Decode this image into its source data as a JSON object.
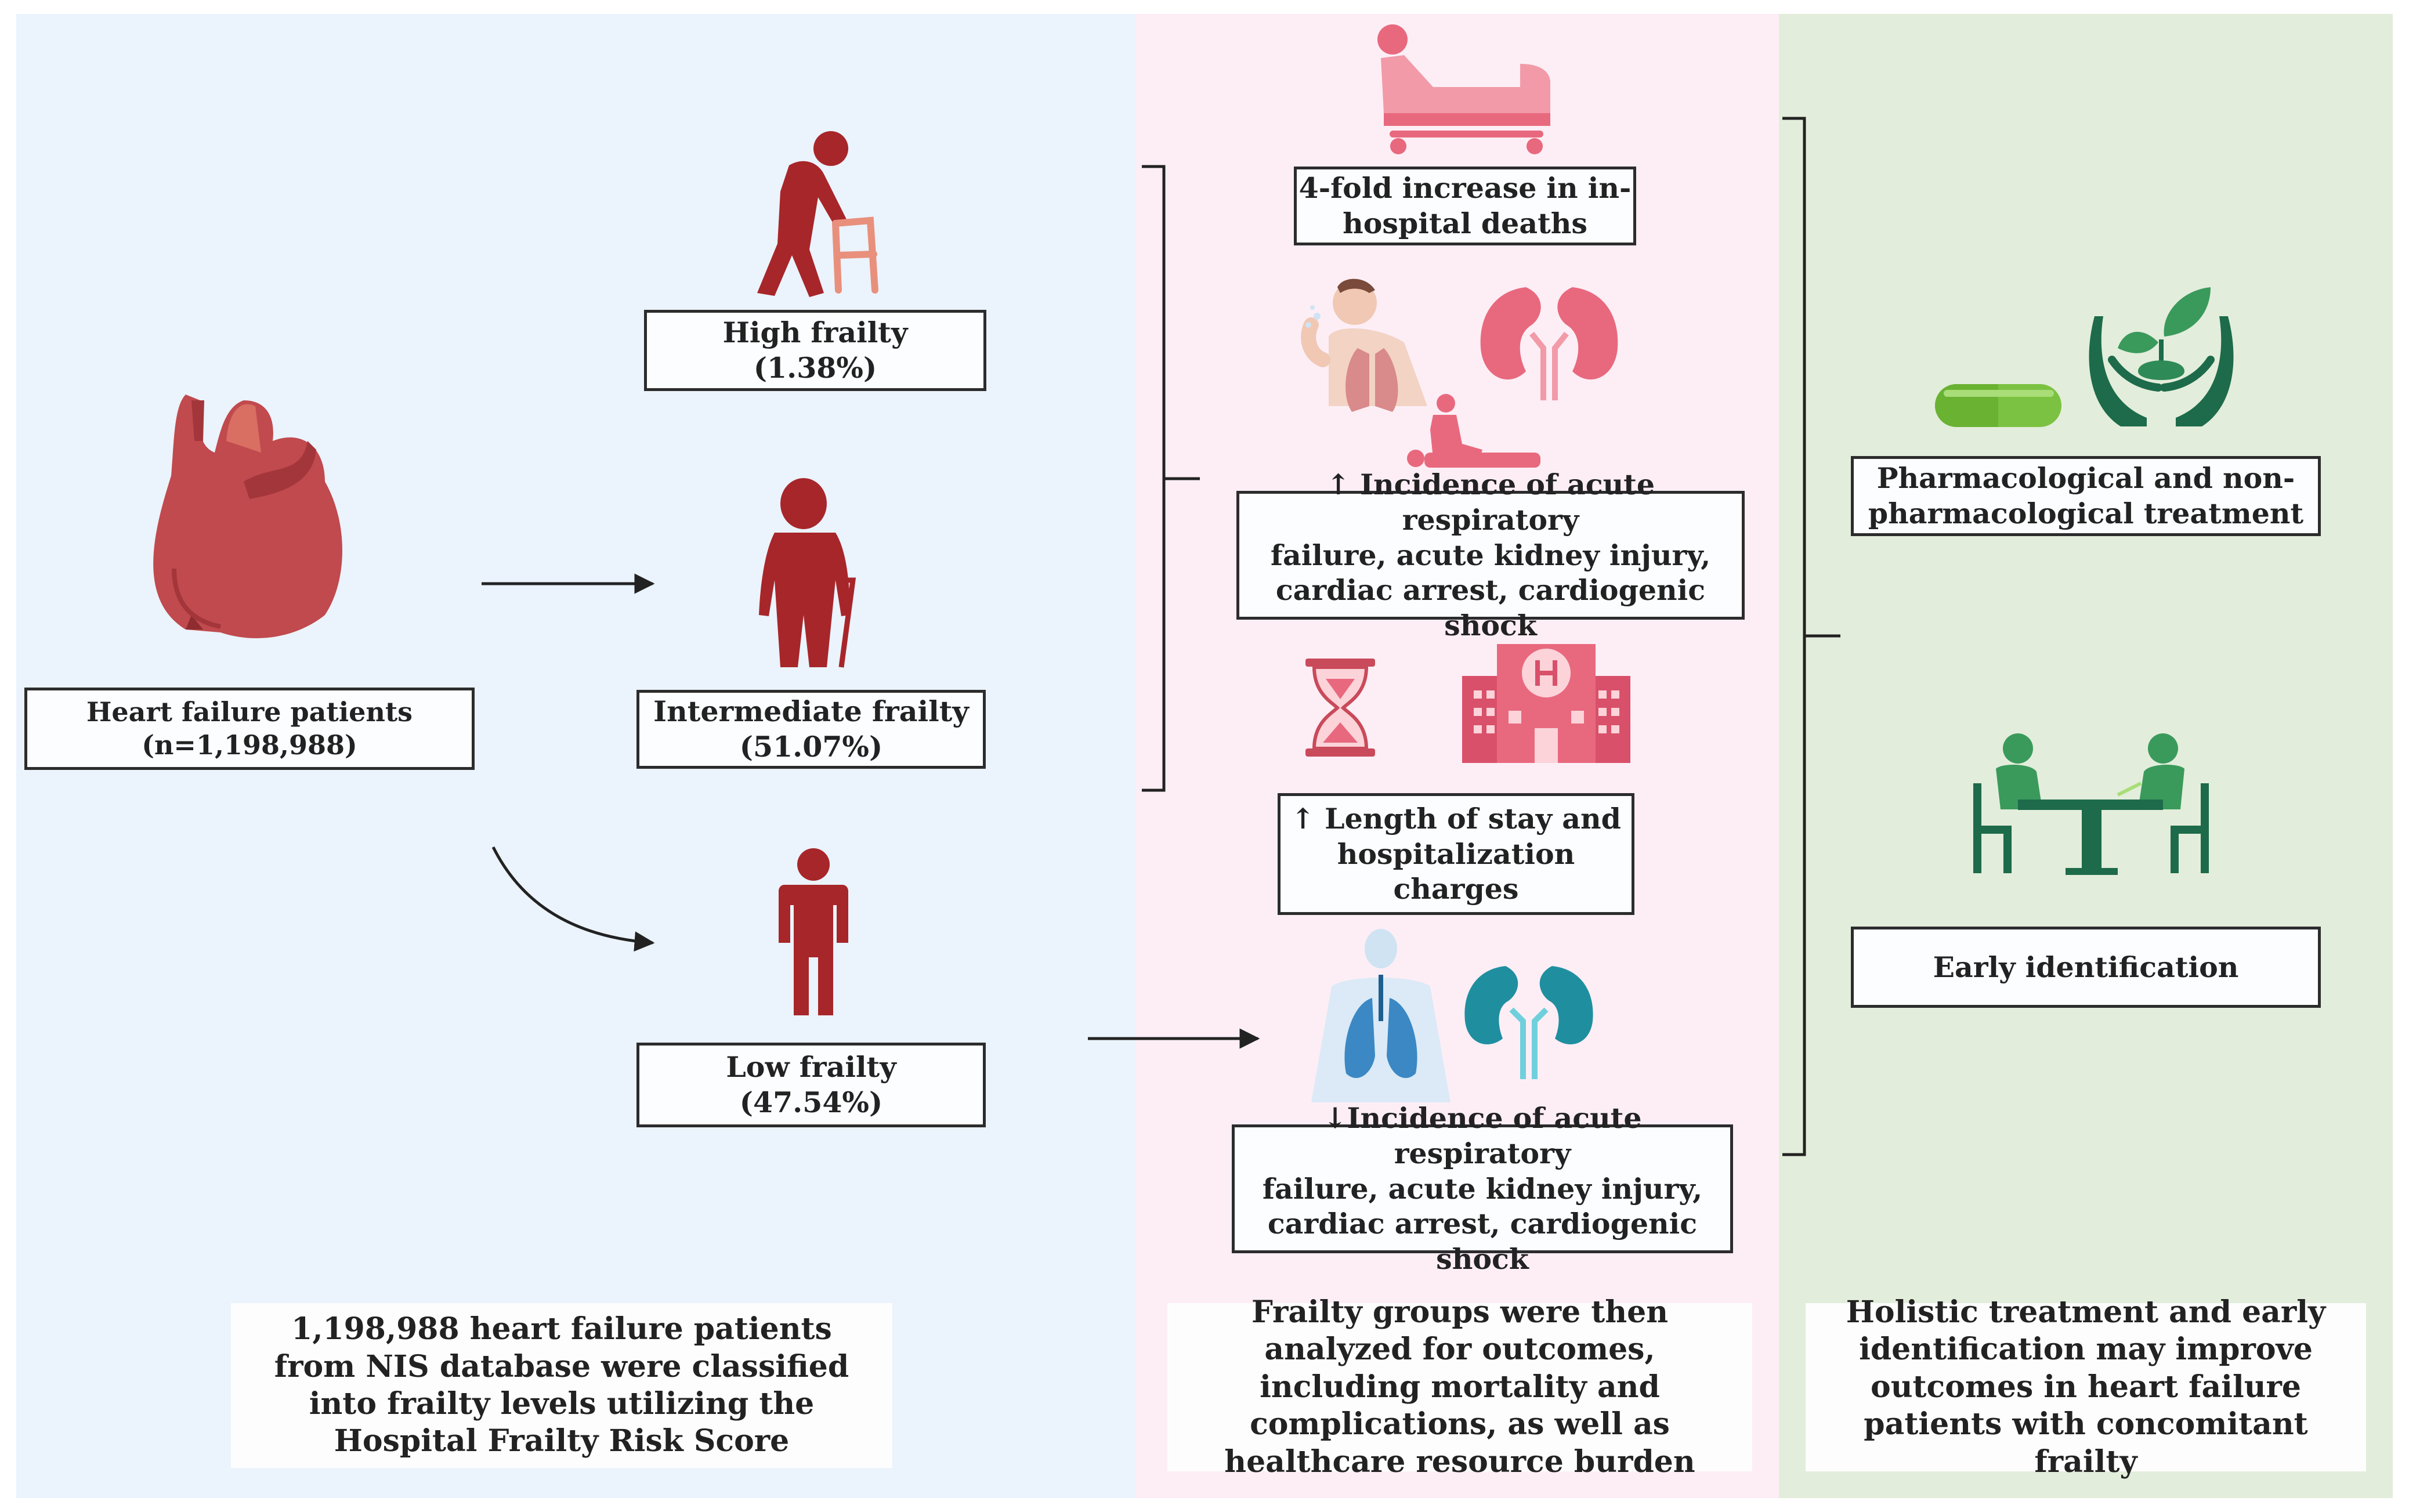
{
  "patients": {
    "line1": "Heart failure patients",
    "line2": "(n=1,198,988)"
  },
  "frailty": {
    "high": {
      "line1": "High frailty",
      "line2": "(1.38%)"
    },
    "intermediate": {
      "line1": "Intermediate frailty",
      "line2": "(51.07%)"
    },
    "low": {
      "line1": "Low frailty",
      "line2": "(47.54%)"
    }
  },
  "outcomes": {
    "deaths": {
      "line1": "4-fold increase in in-",
      "line2": "hospital deaths"
    },
    "incidence_up": {
      "line1": "↑ Incidence of acute respiratory",
      "line2": "failure, acute kidney injury,",
      "line3": "cardiac arrest, cardiogenic shock"
    },
    "stay": {
      "line1": "↑ Length of stay and",
      "line2": "hospitalization charges"
    },
    "incidence_down": {
      "line1": "↓Incidence of  acute respiratory",
      "line2": "failure, acute kidney injury,",
      "line3": "cardiac arrest, cardiogenic shock"
    }
  },
  "treatment": {
    "pharma": {
      "line1": "Pharmacological and non-",
      "line2": "pharmacological treatment"
    },
    "early": {
      "line1": "Early identification"
    }
  },
  "captions": {
    "left": [
      "1,198,988 heart failure patients from NIS",
      "database were classified into frailty levels",
      "utilizing the Hospital Frailty Risk Score"
    ],
    "middle": [
      "Frailty groups were then analyzed",
      "for outcomes, including mortality",
      "and complications, as well as",
      "healthcare resource burden"
    ],
    "right": [
      "Holistic treatment and early",
      "identification may improve",
      "outcomes in heart failure patients",
      "with concomitant frailty"
    ]
  },
  "colors": {
    "panel_left": "#ebf3fc",
    "panel_middle": "#fdeef6",
    "panel_right": "#e3eddb",
    "frailty_red": "#a7262a",
    "walker_pink": "#e8907c",
    "outcome_pink": "#e8697e",
    "organ_blue": "#3b88c4",
    "kidney_teal": "#1f8fa0",
    "treatment_green": "#1d6b4a",
    "pill_green": "#7cc242"
  }
}
